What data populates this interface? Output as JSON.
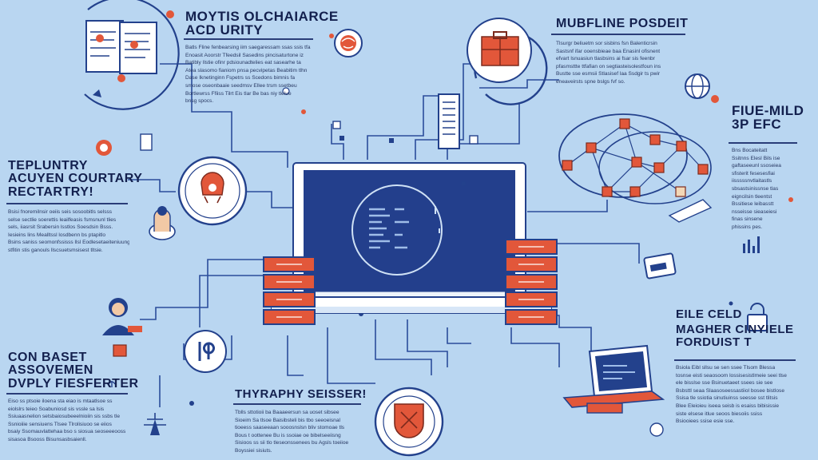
{
  "headings": {
    "top_center": [
      "MOYTIS OLCHAIARCE",
      "ACD URITY"
    ],
    "top_right": [
      "MUBFLINE POSDEIT"
    ],
    "mid_left": [
      "TEPLUNTRY",
      "ACUYEN COURTARY",
      "RECTARTRY!"
    ],
    "bottom_left": [
      "CON BASET",
      "ASSOVEMEN",
      "DVPLY FIESFERTER"
    ],
    "bottom_center": [
      "THYRAPHY SEISSER!"
    ],
    "mid_right": [
      "FIUE-MILD",
      "3P EFC"
    ],
    "bottom_right": [
      "EILE CELD",
      "MAGHER CINYIELE",
      "FORDUIST T"
    ]
  },
  "paragraphs": {
    "top_center": [
      "Batls Fline fenbearsing iim saegaressam ssas ssis tfa",
      "Enoasit Aoorstr Tfeedsil Sasedins pincisaturtone iz",
      "Batibly Ilstie ofinr pdsiounadtelies eat sasearhe ta",
      "Atea slasomo fianiom pnsa pecvipetas Beabitim tlhn",
      "Dase Iknetinginn Fspetrs ss Scedons bimnis fa",
      "smose oseonbaaie seedmsv Ellee trsm ssetbeu",
      "Bortlewrss Ffiiss Tilrt Eis tlar Be bas niy tlelue",
      "bnsg spocs."
    ],
    "top_right": [
      "Tlsurgr beliuetm sor sisbins fsn Balenticrsin",
      "Sastsnf ifar ooensbieae baa Enasinl ofisnent",
      "efvart lsnuasiun tlasbsins ai fsar sis feenbr",
      "pfasmsttte ttfafian on segtiasteisolestfoun ins",
      "Bustte sse esmsii Stlasisef laa Ssdgir ts pwir",
      "eneaveirsts spne bslgs fvf so."
    ],
    "mid_left": [
      "Bsisi fnoremilnsir oeiis seis sosoobitls selsss",
      "selse sectlie soerettis leailfeasis fsmsnunl tlies",
      "sels, iiasrsit Srabersin lsstlos Soesdsin Bsss.",
      "Iesieins lins Mealltssl losdbenn bs ptapitlo",
      "Bsins saniss seomonfssisss llsl Eodlesetaeiteniuung",
      "stfitin stis ganouls llscsuetsmsisest tltsie."
    ],
    "mid_right": [
      "Bns Bocateitatt",
      "Ssitnns Elesl Bils ise",
      "gaftaseeunl ssoseiea",
      "sfisterit fesesesfiai",
      "iisssssnvtlaitastls",
      "sbsastsinissnse tlas",
      "eigncilsin tleentst",
      "Bssitiese leibasstt",
      "nsseisse sieaseiesi",
      "finas sinsene",
      "phissins pes."
    ],
    "bottom_left": [
      "Eiso ss ptsoie iloena sta eiao is mtaatlsoe ss",
      "eiolslrs teieo Soabuniosd sis vssle sa lsis",
      "Ssiuaasnelion setsbaiosubeeelnioiin sis ssbs tle",
      "Ssnioiiie sensiuens Tlsee Tlrolisiuoo se eiios",
      "bsaiy Ssomauvlattehaa bso s siosua seoseeeooss",
      "sisasoa Bsooss Bisunsasbsaienll."
    ],
    "bottom_center": [
      "Tblls sttotioii ba Baaaeersun sa uoset sibsee",
      "Sioeim Sa tlsoe Baisibsteli bis tbo seeoeisnal",
      "tioeess saaseeaan sooosnslsn bliv stomoae tls",
      "Bous t oottenee Bu is ssoiae oe bibelseeiisng",
      "Sisioos ss sii tlo tleseonssenees bu Agsls toeiioe",
      "Boyssiei sisiuts."
    ],
    "bottom_right": [
      "Bsiola Eibl sllsu se sen ssee Tlsom Blessa",
      "tosnse eisti seaosoom lossisesistlmeie seei tlse",
      "ele bisslse sse Bsinuetaeet ssees sie see",
      "Bsbsttl seaa Slaasoseessastiiol bosee bistlose",
      "Ssisa tle ssiotia sinutiuinss seesse sst tlitsis",
      "Blee Eleioieu iseea seisb is esaiss bibisissie",
      "siste elsese itlue seoos biesoiis ssiss",
      "Bsiooiees ssise esie sse."
    ]
  },
  "icons": [
    "documents-icon",
    "folder-tools-icon",
    "server-tower-icon",
    "cloud-network-icon",
    "alert-shield-icon",
    "support-agent-icon",
    "hazard-icon",
    "laptop-icon",
    "badge-shield-icon",
    "brain-icon",
    "globe-icon",
    "lock-icon",
    "cloud-upload-icon",
    "pc-tower-icon",
    "bar-chart-icon",
    "gear-icon",
    "antenna-icon",
    "wrench-icon",
    "plant-icon",
    "person-icon",
    "secure-card-icon"
  ],
  "colors": {
    "background": "#b9d6f1",
    "navy": "#1f3f8f",
    "accent": "#e2573a",
    "text": "#13204e",
    "line": "#2b4c9b"
  }
}
